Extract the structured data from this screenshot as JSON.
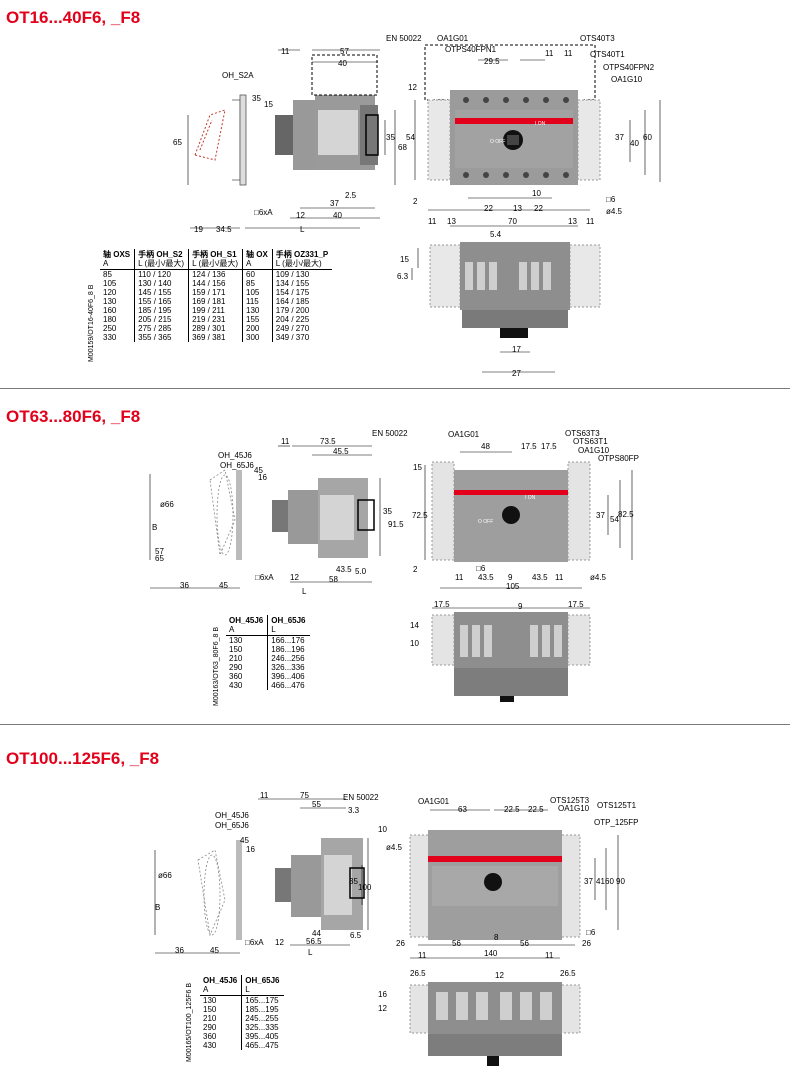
{
  "sections": [
    {
      "title": "OT16...40F6, _F8",
      "code": "M00159/OT16-40F6_8 B",
      "labels": {
        "oh": "OH_S2A",
        "en": "EN 50022",
        "oa1g01": "OA1G01",
        "otps40fpn1": "OTPS40FPN1",
        "ots40t3": "OTS40T3",
        "ots40t1": "OTS40T1",
        "otps40fpn2": "OTPS40FPN2",
        "oa1g10": "OA1G10",
        "on": "I ON",
        "off": "O OFF",
        "sixA": "□6xA",
        "L": "L",
        "sq6": "□6",
        "phi45": "ø4.5"
      },
      "dims": {
        "d11a": "11",
        "d57": "57",
        "d40a": "40",
        "d35a": "35",
        "d15": "15",
        "d65": "65",
        "d35b": "35",
        "d68": "68",
        "d25": "2.5",
        "d37a": "37",
        "d12a": "12",
        "d40b": "40",
        "d19": "19",
        "d345": "34.5",
        "d12b": "12",
        "d295": "29.5",
        "d11b": "11",
        "d11c": "11",
        "d54": "54",
        "d37b": "37",
        "d40c": "40",
        "d60": "60",
        "d2": "2",
        "d10": "10",
        "d22a": "22",
        "d13a": "13",
        "d22b": "22",
        "d11d": "11",
        "d13b": "13",
        "d70": "70",
        "d13c": "13",
        "d11e": "11",
        "d54b": "5.4",
        "d15b": "15",
        "d63": "6.3",
        "d17": "17",
        "d27": "27"
      },
      "table": {
        "headers": [
          {
            "top": "轴 OXS",
            "sub": "A"
          },
          {
            "top": "手柄 OH_S2",
            "sub": "L (最小/最大)"
          },
          {
            "top": "手柄 OH_S1",
            "sub": "L (最小/最大)"
          },
          {
            "top": "轴 OX",
            "sub": "A"
          },
          {
            "top": "手柄 OZ331_P",
            "sub": "L (最小/最大)"
          }
        ],
        "rows": [
          [
            "85",
            "110 / 120",
            "124 / 136",
            "60",
            "109 / 130"
          ],
          [
            "105",
            "130 / 140",
            "144 / 156",
            "85",
            "134 / 155"
          ],
          [
            "120",
            "145 / 155",
            "159 / 171",
            "105",
            "154 / 175"
          ],
          [
            "130",
            "155 / 165",
            "169 / 181",
            "115",
            "164 / 185"
          ],
          [
            "160",
            "185 / 195",
            "199 / 211",
            "130",
            "179 / 200"
          ],
          [
            "180",
            "205 / 215",
            "219 / 231",
            "155",
            "204 / 225"
          ],
          [
            "250",
            "275 / 285",
            "289 / 301",
            "200",
            "249 / 270"
          ],
          [
            "330",
            "355 / 365",
            "369 / 381",
            "300",
            "349 / 370"
          ]
        ]
      }
    },
    {
      "title": "OT63...80F6, _F8",
      "code": "M00163/OT63_80F6_8 B",
      "labels": {
        "oh45": "OH_45J6",
        "oh65": "OH_65J6",
        "en": "EN 50022",
        "oa1g01": "OA1G01",
        "ots63t3": "OTS63T3",
        "ots63t1": "OTS63T1",
        "oa1g10": "OA1G10",
        "otps80fp": "OTPS80FP",
        "on": "I ON",
        "off": "O OFF",
        "sixA": "□6xA",
        "L": "L",
        "sq6": "□6",
        "phi45": "ø4.5",
        "phi66": "ø66",
        "B": "B"
      },
      "dims": {
        "d11a": "11",
        "d735": "73.5",
        "d455": "45.5",
        "d45": "45",
        "d16": "16",
        "d35": "35",
        "d915": "91.5",
        "d57": "57",
        "d65": "65",
        "d36": "36",
        "d45b": "45",
        "d12": "12",
        "d435a": "43.5",
        "d58": "58",
        "d50": "5.0",
        "d48": "48",
        "d175a": "17.5",
        "d175b": "17.5",
        "d15": "15",
        "d725": "72.5",
        "d37": "37",
        "d54": "54",
        "d825": "82.5",
        "d2": "2",
        "d435b": "43.5",
        "d9": "9",
        "d435c": "43.5",
        "d11b": "11",
        "d11c": "11",
        "d105": "105",
        "d175c": "17.5",
        "d9b": "9",
        "d175d": "17.5",
        "d14": "14",
        "d10": "10"
      },
      "table": {
        "headers": [
          {
            "top": "OH_45J6",
            "sub": "A"
          },
          {
            "top": "OH_65J6",
            "sub": "L"
          }
        ],
        "rows": [
          [
            "130",
            "166...176"
          ],
          [
            "150",
            "186...196"
          ],
          [
            "210",
            "246...256"
          ],
          [
            "290",
            "326...336"
          ],
          [
            "360",
            "396...406"
          ],
          [
            "430",
            "466...476"
          ]
        ]
      }
    },
    {
      "title": "OT100...125F6, _F8",
      "code": "M00165/OT100_125F6 B",
      "labels": {
        "oh45": "OH_45J6",
        "oh65": "OH_65J6",
        "en": "EN 50022",
        "oa1g01": "OA1G01",
        "ots125t3": "OTS125T3",
        "oa1g10": "OA1G10",
        "ots125t1": "OTS125T1",
        "otp125fp": "OTP_125FP",
        "sixA": "□6xA",
        "L": "L",
        "sq6": "□6",
        "phi45": "ø4.5",
        "phi66": "ø66",
        "B": "B"
      },
      "dims": {
        "d11a": "11",
        "d75": "75",
        "d55": "55",
        "d33": "3.3",
        "d45": "45",
        "d16": "16",
        "d35": "35",
        "d100": "100",
        "d36": "36",
        "d45b": "45",
        "d12": "12",
        "d44": "44",
        "d565": "56.5",
        "d65": "6.5",
        "d63": "63",
        "d225a": "22.5",
        "d225b": "22.5",
        "d10": "10",
        "d37": "37",
        "d41": "41",
        "d60": "60",
        "d90": "90",
        "d26a": "26",
        "d56a": "56",
        "d8": "8",
        "d56b": "56",
        "d26b": "26",
        "d11b": "11",
        "d140": "140",
        "d11c": "11",
        "d265a": "26.5",
        "d12b": "12",
        "d265b": "26.5",
        "d16b": "16",
        "d12c": "12"
      },
      "table": {
        "headers": [
          {
            "top": "OH_45J6",
            "sub": "A"
          },
          {
            "top": "OH_65J6",
            "sub": "L"
          }
        ],
        "rows": [
          [
            "130",
            "165...175"
          ],
          [
            "150",
            "185...195"
          ],
          [
            "210",
            "245...255"
          ],
          [
            "290",
            "325...335"
          ],
          [
            "360",
            "395...405"
          ],
          [
            "430",
            "465...475"
          ]
        ]
      }
    }
  ]
}
